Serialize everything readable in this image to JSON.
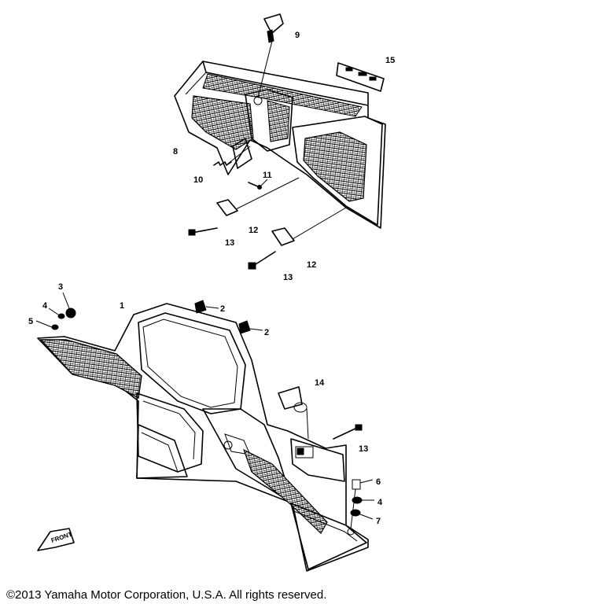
{
  "callouts": {
    "c1": "1",
    "c2a": "2",
    "c2b": "2",
    "c3": "3",
    "c4a": "4",
    "c4b": "4",
    "c5": "5",
    "c6": "6",
    "c7": "7",
    "c8": "8",
    "c9": "9",
    "c10": "10",
    "c11": "11",
    "c12a": "12",
    "c12b": "12",
    "c13a": "13",
    "c13b": "13",
    "c13c": "13",
    "c14": "14",
    "c15": "15"
  },
  "front_marker": "FRONT",
  "copyright": "©2013 Yamaha Motor Corporation, U.S.A. All rights reserved."
}
